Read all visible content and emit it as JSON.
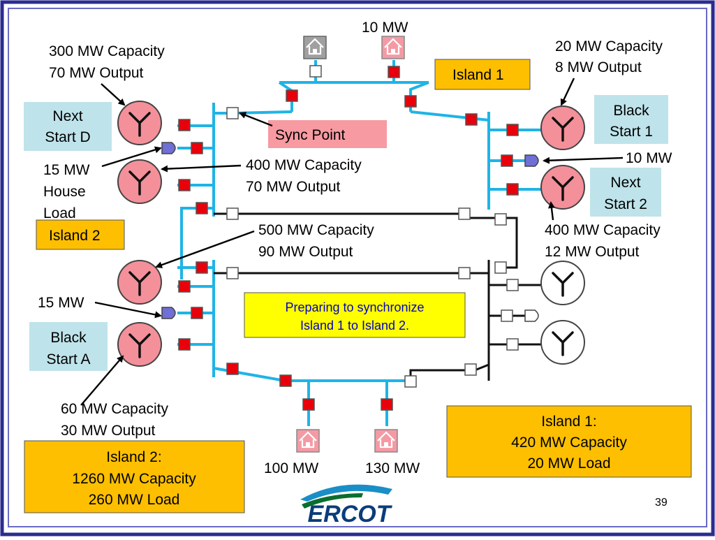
{
  "title_area": {},
  "labels": {
    "top_load": "10 MW",
    "gen_d_cap": "300 MW Capacity",
    "gen_d_out": "70 MW Output",
    "gen_b1_cap": "20 MW Capacity",
    "gen_b1_out": "8 MW Output",
    "island1_tag": "Island 1",
    "island2_tag": "Island 2",
    "next_start_d_1": "Next",
    "next_start_d_2": "Start D",
    "black_start_1_1": "Black",
    "black_start_1_2": "Start 1",
    "sync_point": "Sync Point",
    "house_load_1": "15 MW",
    "house_load_2": "House",
    "house_load_3": "Load",
    "gen_mid_cap": "400 MW Capacity",
    "gen_mid_out": "70 MW Output",
    "right_load": "10 MW",
    "next_start_2_1": "Next",
    "next_start_2_2": "Start 2",
    "gen_c_cap": "500 MW Capacity",
    "gen_c_out": "90 MW Output",
    "gen_2_cap": "400 MW Capacity",
    "gen_2_out": "12 MW Output",
    "left_load": "15 MW",
    "black_start_a_1": "Black",
    "black_start_a_2": "Start A",
    "preparing_1": "Preparing to synchronize",
    "preparing_2": "Island 1 to Island 2.",
    "gen_a_cap": "60 MW Capacity",
    "gen_a_out": "30 MW Output",
    "load_100": "100 MW",
    "load_130": "130 MW",
    "island1_summary_1": "Island 1:",
    "island1_summary_2": "420 MW Capacity",
    "island1_summary_3": "20 MW Load",
    "island2_summary_1": "Island 2:",
    "island2_summary_2": "1260 MW Capacity",
    "island2_summary_3": "260 MW Load",
    "logo": "ERCOT",
    "page_number": "39"
  },
  "colors": {
    "bus": "#1fb4e6",
    "breaker_closed": "#e8000b",
    "generator_energized": "#f4909a",
    "note_box": "#fdbf00",
    "info_box": "#bfe3ea",
    "sync_box": "#f79aa2",
    "status_box": "#ffff00",
    "frame": "#2b2b8f"
  }
}
